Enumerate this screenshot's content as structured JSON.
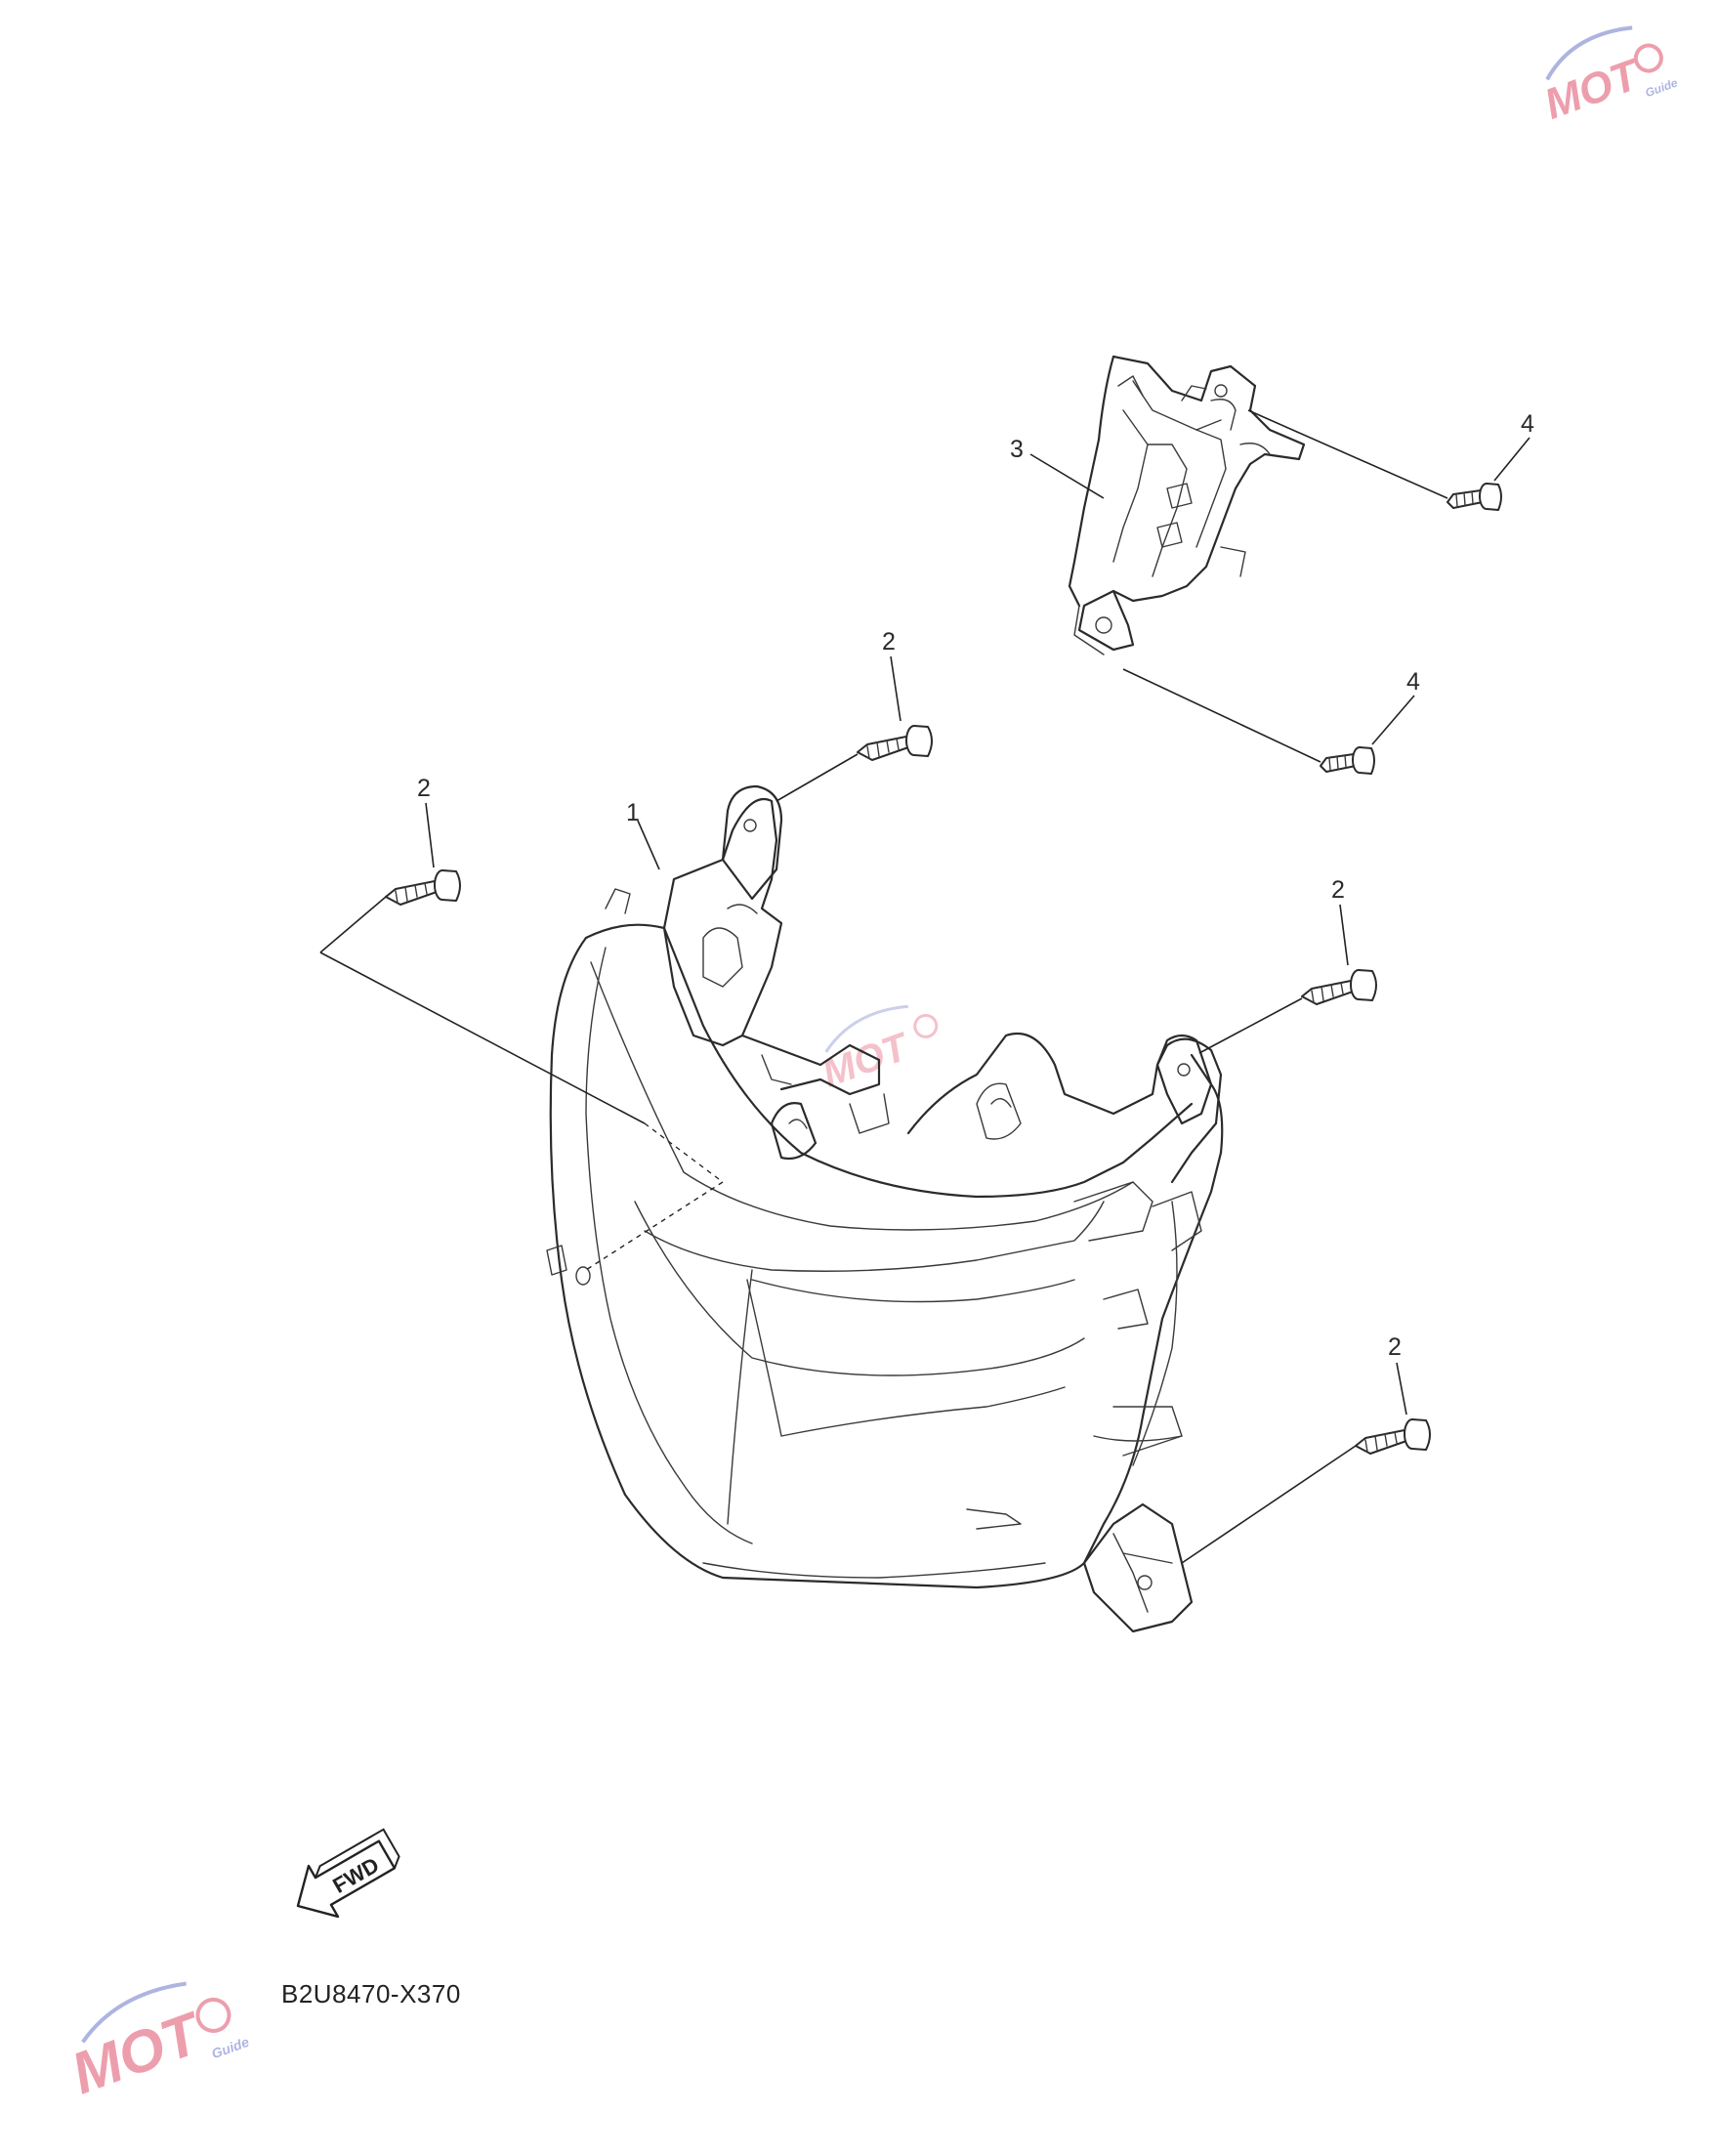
{
  "callouts": {
    "c1": "1",
    "c2a": "2",
    "c2b": "2",
    "c2c": "2",
    "c2d": "2",
    "c3": "3",
    "c4a": "4",
    "c4b": "4"
  },
  "fwd_label": "FWD",
  "diagram_code": "B2U8470-X370",
  "watermark": {
    "text": "MOT",
    "sub": "Guide",
    "color_red": "#e0506a",
    "color_blue": "#6c78c8"
  }
}
